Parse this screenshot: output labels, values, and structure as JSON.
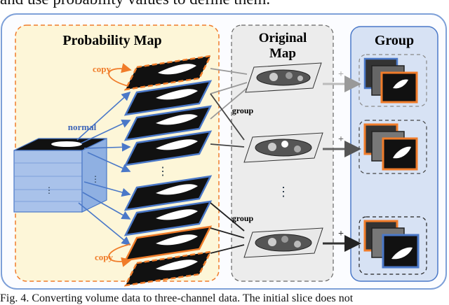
{
  "top_text": "and use probability values to define them.",
  "figure": {
    "panel_prob_title": "Probability Map",
    "panel_orig_title": "Original Map",
    "panel_group_title": "Group",
    "label_copy_top": "copy",
    "label_copy_bottom": "copy",
    "label_normal": "normal",
    "label_group_top": "group",
    "label_group_bottom": "group",
    "plus_sign": "+",
    "colors": {
      "orange": "#f07c2a",
      "blue": "#4a78c8",
      "frame_blue": "#6c8fd0",
      "yellow_bg": "#fdf6d8",
      "gray_bg": "#ececec",
      "group_bg": "#d7e2f4"
    }
  },
  "caption": "Fig. 4.  Converting volume data to three-channel data. The initial slice does not"
}
